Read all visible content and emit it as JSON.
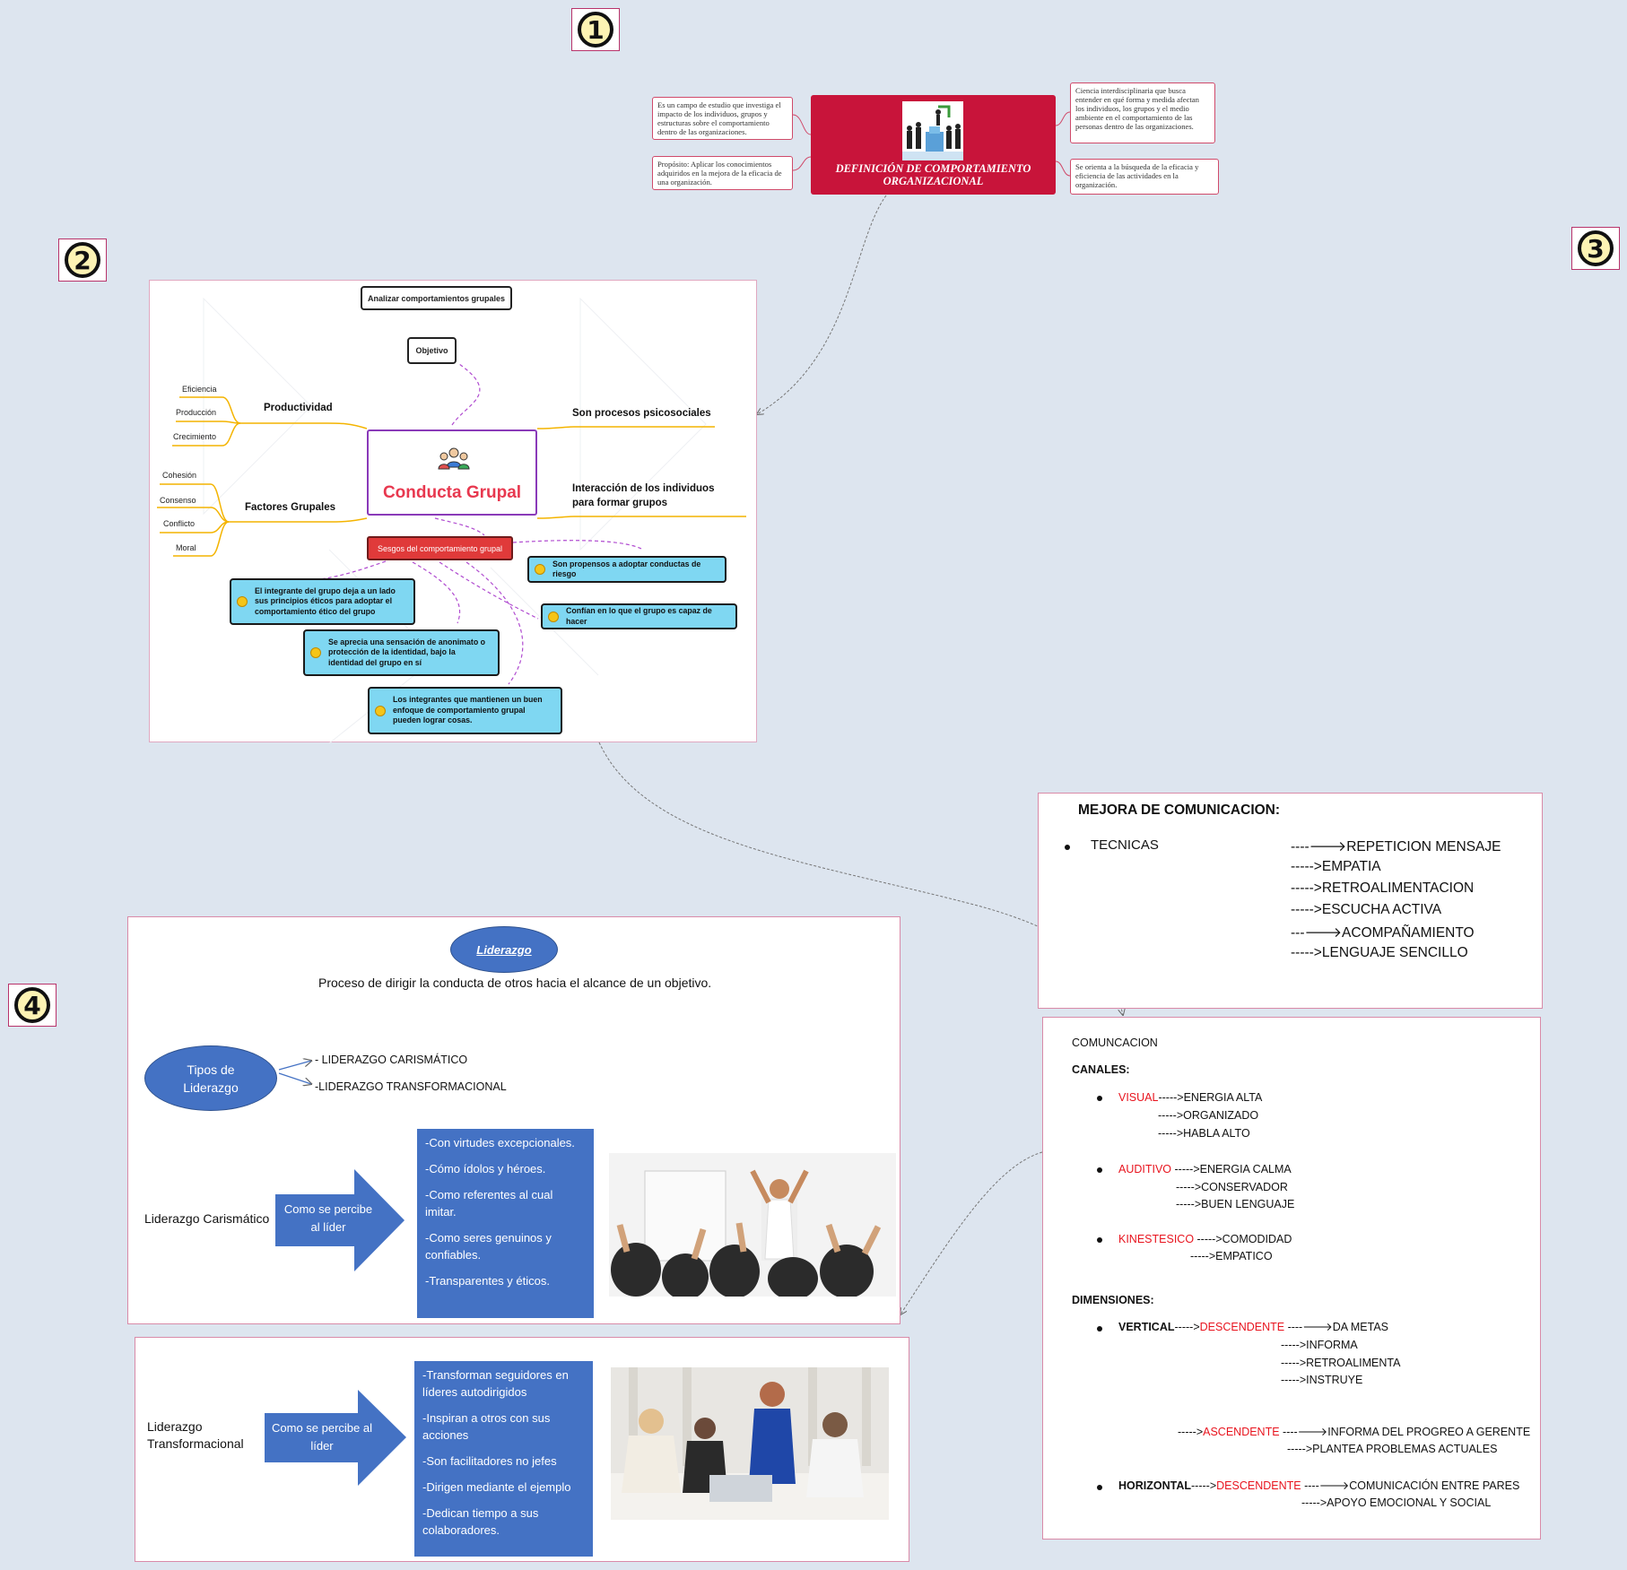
{
  "badges": [
    "1",
    "2",
    "3",
    "4"
  ],
  "definition": {
    "title": "DEFINICIÓN DE COMPORTAMIENTO ORGANIZACIONAL",
    "note_left_1": "Es un campo de estudio que investiga el impacto de los individuos, grupos y estructuras sobre el comportamiento dentro de las organizaciones.",
    "note_left_2": "Propósito: Aplicar los conocimientos adquiridos en la mejora de la eficacia de una organización.",
    "note_right_1": "Ciencia interdisciplinaria que busca entender en qué forma y medida afectan los individuos, los grupos y el medio ambiente en el comportamiento de las personas dentro de las organizaciones.",
    "note_right_2": "Se orienta a la búsqueda de la eficacia y eficiencia de las actividades en la organización."
  },
  "conducta": {
    "center": "Conducta Grupal",
    "analizar": "Analizar comportamientos grupales",
    "objetivo": "Objetivo",
    "productividad": "Productividad",
    "productividad_items": [
      "Eficiencia",
      "Producción",
      "Crecimiento"
    ],
    "factores": "Factores Grupales",
    "factores_items": [
      "Cohesión",
      "Consenso",
      "Conflicto",
      "Moral"
    ],
    "procesos": "Son procesos psicosociales",
    "interaccion": "Interacción de los individuos para formar grupos",
    "sesgos": "Sesgos del comportamiento grupal",
    "sesgo_items": [
      "Son propensos a adoptar conductas de riesgo",
      "El integrante del grupo deja a un lado sus principios éticos para adoptar el comportamiento ético del grupo",
      "Confían en lo que el grupo es capaz de hacer",
      "Se aprecia una sensación de anonimato o protección de la identidad, bajo la identidad del grupo en sí",
      "Los integrantes que mantienen un buen enfoque de comportamiento grupal pueden lograr cosas."
    ]
  },
  "mejora": {
    "title": "MEJORA DE COMUNICACION:",
    "bullet": "TECNICAS",
    "items": [
      "----🡒REPETICION MENSAJE",
      "----->EMPATIA",
      "----->RETROALIMENTACION",
      "----->ESCUCHA ACTIVA",
      "---🡒ACOMPAÑAMIENTO",
      "----->LENGUAJE SENCILLO"
    ]
  },
  "comunicacion": {
    "title": "COMUNCACION",
    "canales": "CANALES:",
    "visual": "VISUAL",
    "visual_items": [
      "----->ENERGIA ALTA",
      "----->ORGANIZADO",
      "----->HABLA ALTO"
    ],
    "auditivo": "AUDITIVO",
    "auditivo_items": [
      " ----->ENERGIA CALMA",
      "----->CONSERVADOR",
      "----->BUEN LENGUAJE"
    ],
    "kinestesico": "KINESTESICO",
    "kinestesico_items": [
      " ----->COMODIDAD",
      "----->EMPATICO"
    ],
    "dimensiones": "DIMENSIONES:",
    "vertical": "VERTICAL",
    "arrow": "----->",
    "descendente": "DESCENDENTE",
    "vertical_items": [
      " ----🡒DA METAS",
      "----->INFORMA",
      "----->RETROALIMENTA",
      "----->INSTRUYE"
    ],
    "ascendente": "ASCENDENTE",
    "ascendente_items": [
      " ----🡒INFORMA DEL PROGREO A GERENTE",
      "----->PLANTEA PROBLEMAS ACTUALES"
    ],
    "horizontal": "HORIZONTAL",
    "horizontal_items": [
      " ----🡒COMUNICACIÓN ENTRE PARES",
      "----->APOYO EMOCIONAL Y SOCIAL"
    ]
  },
  "liderazgo": {
    "title": "Liderazgo",
    "definition": "Proceso de dirigir la conducta de otros hacia el alcance de un objetivo.",
    "tipos": "Tipos de Liderazgo",
    "tipo_1": "- LIDERAZGO CARISMÁTICO",
    "tipo_2": "-LIDERAZGO TRANSFORMACIONAL",
    "carismatico_label": "Liderazgo Carismático",
    "percibe": "Como se percibe al líder",
    "carismatico_items": [
      "-Con virtudes excepcionales.",
      "-Cómo ídolos y héroes.",
      "-Como referentes al cual imitar.",
      "-Como seres genuinos y confiables.",
      "-Transparentes y éticos."
    ],
    "transformacional_label": "Liderazgo Transformacional",
    "transformacional_items": [
      "-Transforman seguidores en líderes autodirigidos",
      "-Inspiran a otros con sus acciones",
      "-Son facilitadores no jefes",
      "-Dirigen mediante el ejemplo",
      "-Dedican tiempo a sus colaboradores."
    ]
  }
}
